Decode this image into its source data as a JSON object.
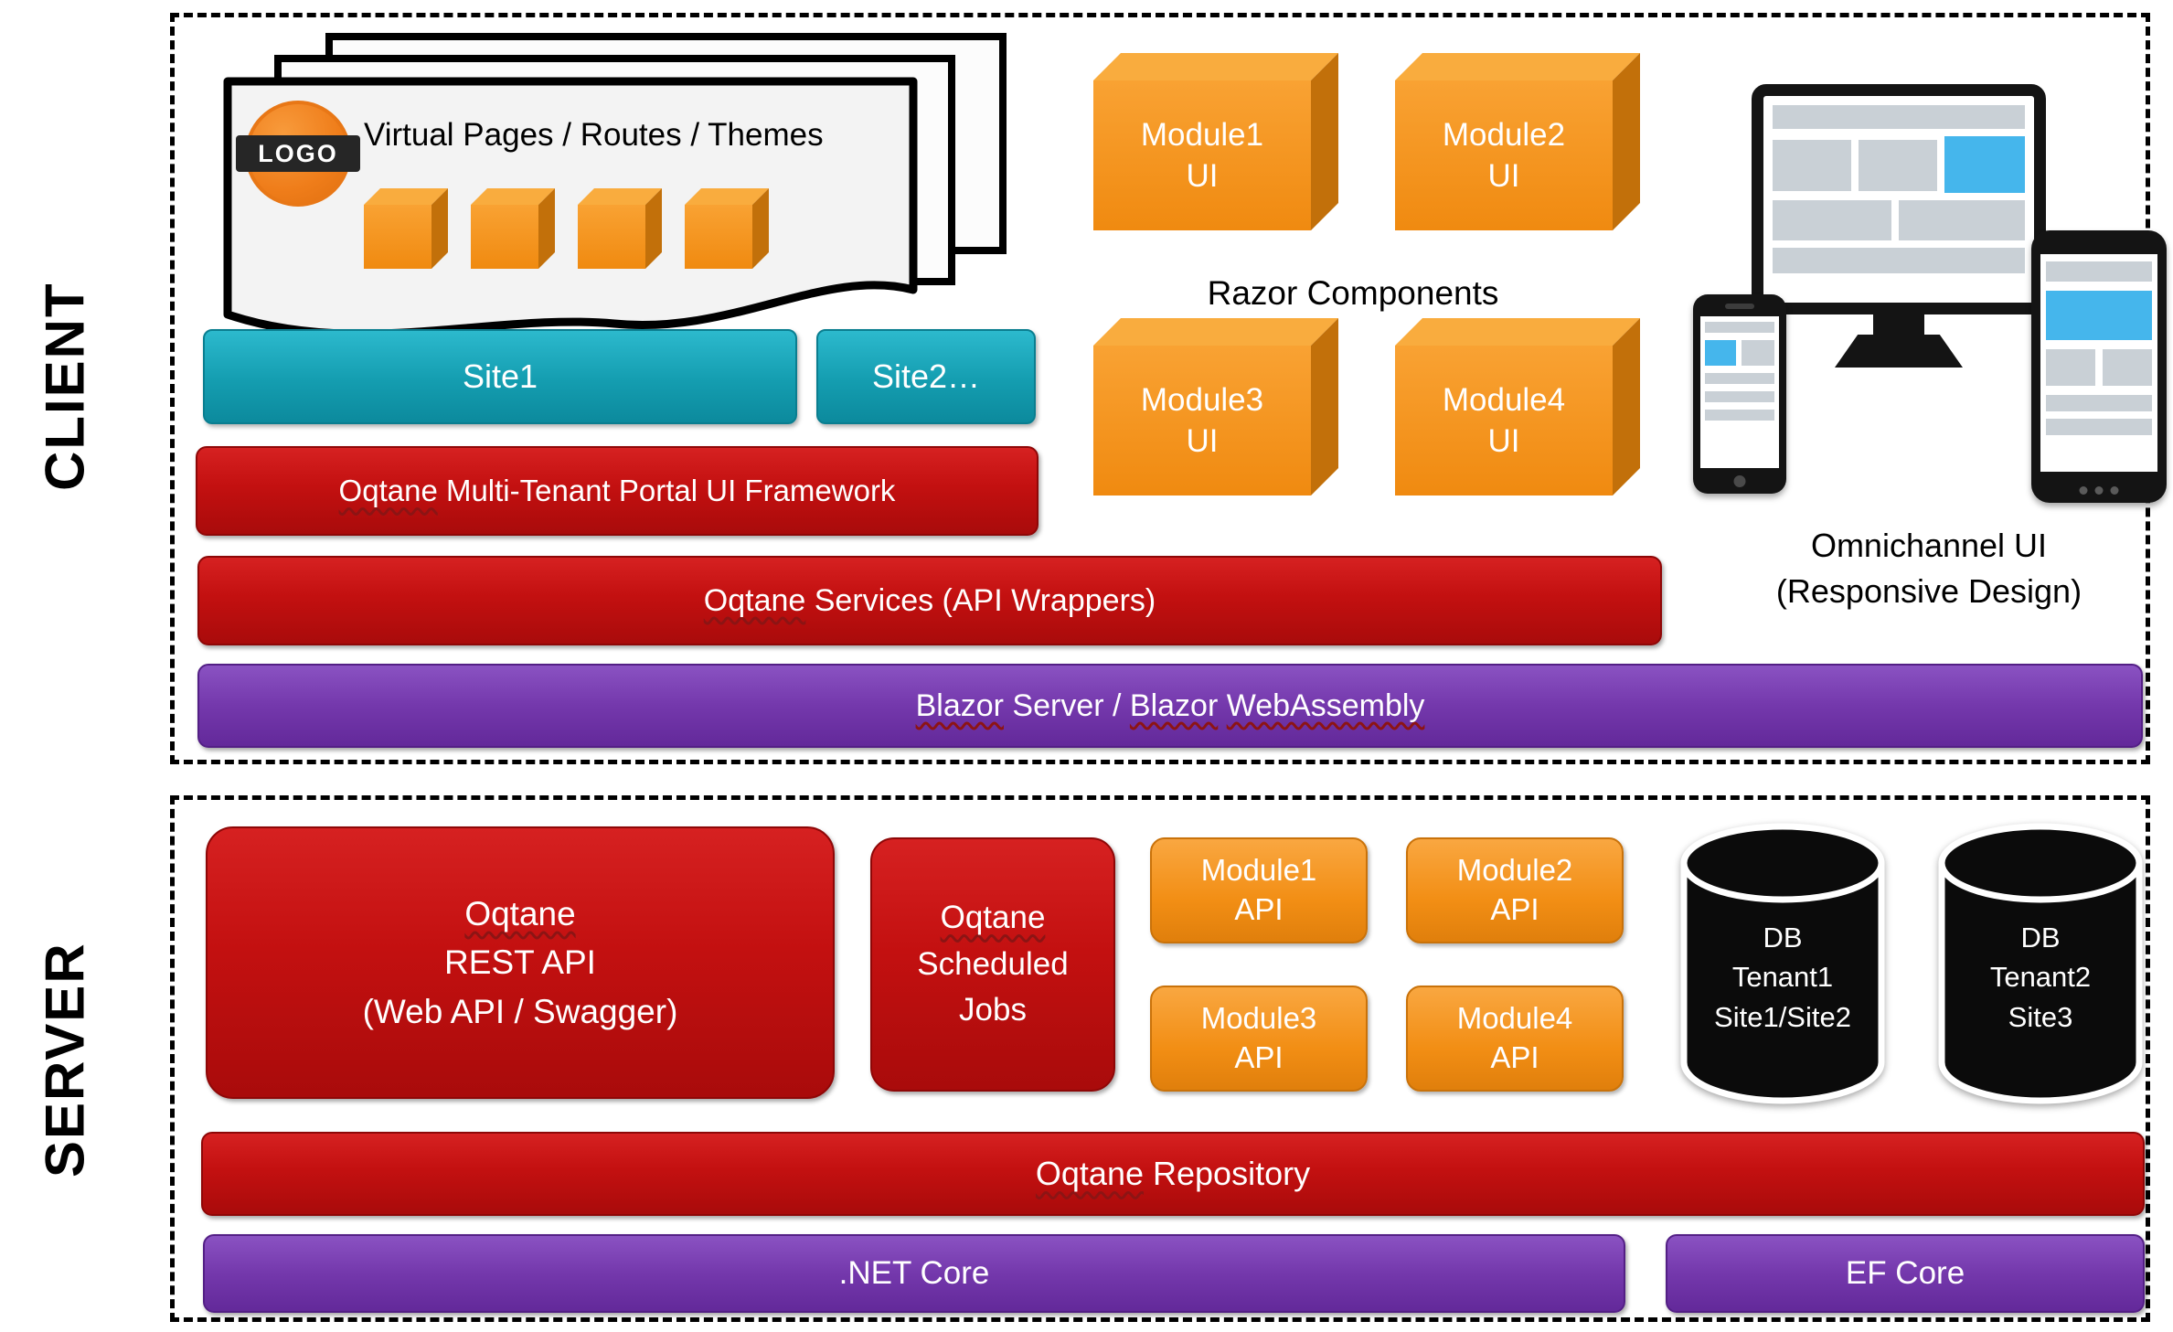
{
  "sections": {
    "client": {
      "label": "CLIENT"
    },
    "server": {
      "label": "SERVER"
    }
  },
  "client": {
    "page_stack": {
      "logo_text": "LOGO",
      "title": "Virtual Pages / Routes / Themes"
    },
    "sites": [
      {
        "label": "Site1"
      },
      {
        "label": "Site2…"
      }
    ],
    "framework_bar": [
      {
        "t": "Oqtane",
        "u": true
      },
      {
        "t": " Multi-Tenant Portal UI Framework",
        "u": false
      }
    ],
    "services_bar": [
      {
        "t": "Oqtane",
        "u": true
      },
      {
        "t": " Services (API Wrappers)",
        "u": false
      }
    ],
    "blazor_bar": [
      {
        "t": "Blazor",
        "u": true
      },
      {
        "t": " Server / ",
        "u": false
      },
      {
        "t": "Blazor",
        "u": true
      },
      {
        "t": " ",
        "u": false
      },
      {
        "t": "WebAssembly",
        "u": true
      }
    ],
    "razor_components_label": "Razor Components",
    "module_ui_boxes": [
      {
        "line1": "Module1",
        "line2": "UI"
      },
      {
        "line1": "Module2",
        "line2": "UI"
      },
      {
        "line1": "Module3",
        "line2": "UI"
      },
      {
        "line1": "Module4",
        "line2": "UI"
      }
    ],
    "omnichannel": {
      "line1": "Omnichannel UI",
      "line2": "(Responsive Design)"
    }
  },
  "server": {
    "rest_api_box": {
      "line1": [
        {
          "t": "Oqtane",
          "u": true
        }
      ],
      "line2": "REST API",
      "line3": "(Web API / Swagger)"
    },
    "scheduled_jobs_box": {
      "line1": [
        {
          "t": "Oqtane",
          "u": true
        }
      ],
      "line2": "Scheduled",
      "line3": "Jobs"
    },
    "module_api_boxes": [
      {
        "line1": "Module1",
        "line2": "API"
      },
      {
        "line1": "Module2",
        "line2": "API"
      },
      {
        "line1": "Module3",
        "line2": "API"
      },
      {
        "line1": "Module4",
        "line2": "API"
      }
    ],
    "databases": [
      {
        "line1": "DB",
        "line2": "Tenant1",
        "line3": "Site1/Site2"
      },
      {
        "line1": "DB",
        "line2": "Tenant2",
        "line3": "Site3"
      }
    ],
    "repository_bar": [
      {
        "t": "Oqtane",
        "u": true
      },
      {
        "t": " Repository",
        "u": false
      }
    ],
    "dotnet_bar": ".NET Core",
    "ef_bar": "EF Core"
  },
  "palette": {
    "red": "#C31010",
    "purple": "#7438AC",
    "teal": "#149DB0",
    "orange": "#F7941E",
    "db_black": "#0B0B0B",
    "screen_blue": "#45B6EC"
  }
}
